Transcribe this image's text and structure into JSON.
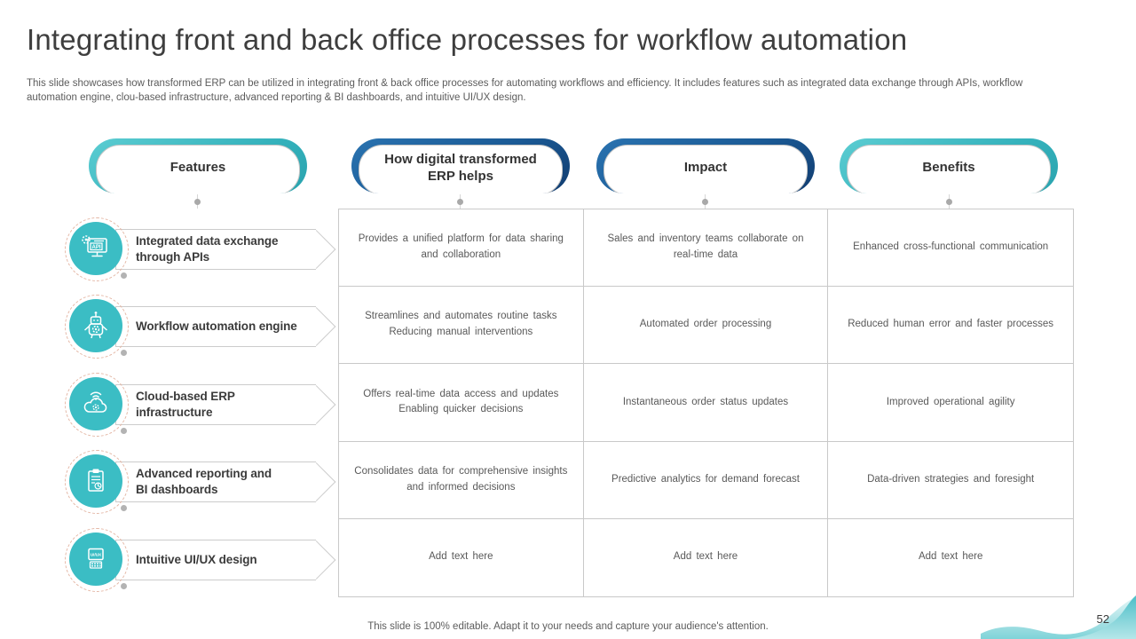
{
  "slide": {
    "title": "Integrating front and back office processes for workflow automation",
    "description": "This slide showcases how transformed ERP can be utilized in integrating front & back office processes for automating workflows and efficiency. It includes features such as integrated data exchange through APIs, workflow automation engine, clou-based infrastructure, advanced reporting & BI dashboards, and intuitive UI/UX design.",
    "footer_note": "This slide is 100% editable. Adapt it to your needs and capture your audience's attention.",
    "page_number": "52"
  },
  "colors": {
    "teal": "#3bbdc4",
    "pill_teal": "#35b2bc",
    "pill_blue": "#1b5a95",
    "table_border": "#c9c9c9",
    "cell_text": "#595959",
    "dashed_ring": "#e4b7a5"
  },
  "headers": [
    {
      "label": "Features",
      "style": "teal"
    },
    {
      "label": "How digital transformed\nERP helps",
      "style": "blue"
    },
    {
      "label": "Impact",
      "style": "blue"
    },
    {
      "label": "Benefits",
      "style": "teal"
    }
  ],
  "features": [
    {
      "label": "Integrated data exchange\nthrough APIs",
      "icon": "api-monitor-icon"
    },
    {
      "label": "Workflow automation engine",
      "icon": "robot-icon"
    },
    {
      "label": "Cloud-based ERP infrastructure",
      "icon": "cloud-erp-icon"
    },
    {
      "label": "Advanced reporting and\nBI dashboards",
      "icon": "report-clipboard-icon"
    },
    {
      "label": "Intuitive UI/UX design",
      "icon": "uiux-keyboard-icon"
    }
  ],
  "table": {
    "rows": [
      [
        "Provides a unified platform for data sharing\nand collaboration",
        "Sales and inventory teams collaborate on\nreal-time data",
        "Enhanced cross-functional communication"
      ],
      [
        "Streamlines and automates routine tasks\nReducing manual interventions",
        "Automated order processing",
        "Reduced human error and faster processes"
      ],
      [
        "Offers real-time data access and updates\nEnabling quicker decisions",
        "Instantaneous order status updates",
        "Improved operational agility"
      ],
      [
        "Consolidates data for comprehensive insights\nand informed decisions",
        "Predictive analytics for demand forecast",
        "Data-driven strategies and foresight"
      ],
      [
        "Add text here",
        "Add text here",
        "Add text here"
      ]
    ]
  }
}
